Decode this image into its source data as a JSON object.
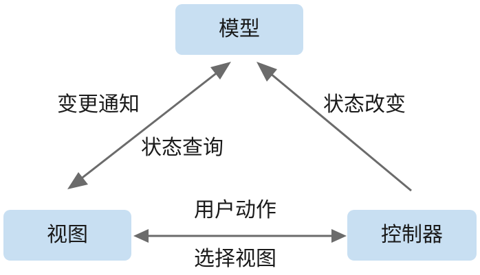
{
  "nodes": {
    "model": "模型",
    "view": "视图",
    "controller": "控制器"
  },
  "edges": {
    "model_view_top": "变更通知",
    "model_view_bottom": "状态查询",
    "controller_model": "状态改变",
    "view_controller_top": "用户动作",
    "view_controller_bottom": "选择视图"
  },
  "colors": {
    "node_fill": "#c8dff2",
    "arrow": "#6b6b6b",
    "text": "#1a1a1a"
  }
}
